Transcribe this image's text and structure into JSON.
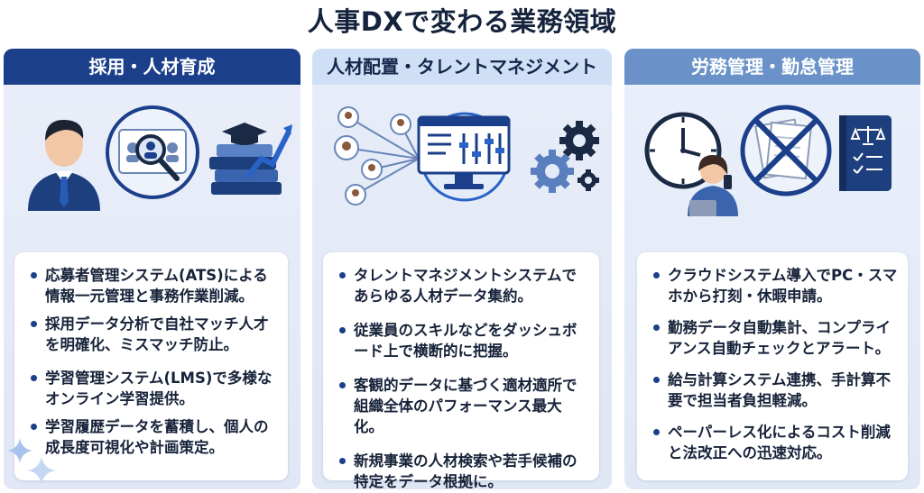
{
  "title": "人事DXで変わる業務領域",
  "colors": {
    "navy": "#1b3f8a",
    "mid": "#6a92c9",
    "light": "#cfe0f6"
  },
  "panels": [
    {
      "heading": "採用・人材育成",
      "icons": [
        "businessman-icon",
        "search-candidates-icon",
        "education-growth-icon"
      ],
      "bullets": [
        "応募者管理システム(ATS)による情報一元管理と事務作業削減。",
        "採用データ分析で自社マッチ人才を明確化、ミスマッチ防止。",
        "学習管理システム(LMS)で多様なオンライン学習提供。",
        "学習履歴データを蓄積し、個人の成長度可視化や計画策定。"
      ]
    },
    {
      "heading": "人材配置・タレントマネジメント",
      "icons": [
        "people-network-icon",
        "dashboard-monitor-icon",
        "gears-icon"
      ],
      "bullets": [
        "タレントマネジメントシステムであらゆる人材データ集約。",
        "従業員のスキルなどをダッシュボード上で横断的に把握。",
        "客観的データに基づく適材適所で組織全体のパフォーマンス最大化。",
        "新規事業の人材検索や若手候補の特定をデータ根拠に。"
      ]
    },
    {
      "heading": "労務管理・勤怠管理",
      "icons": [
        "clock-icon",
        "worker-smartphone-icon",
        "no-paper-icon",
        "law-book-icon"
      ],
      "bullets": [
        "クラウドシステム導入でPC・スマホから打刻・休暇申請。",
        "勤務データ自動集計、コンプライアンス自動チェックとアラート。",
        "給与計算システム連携、手計算不要で担当者負担軽減。",
        "ペーパーレス化によるコスト削減と法改正への迅速対応。"
      ]
    }
  ]
}
